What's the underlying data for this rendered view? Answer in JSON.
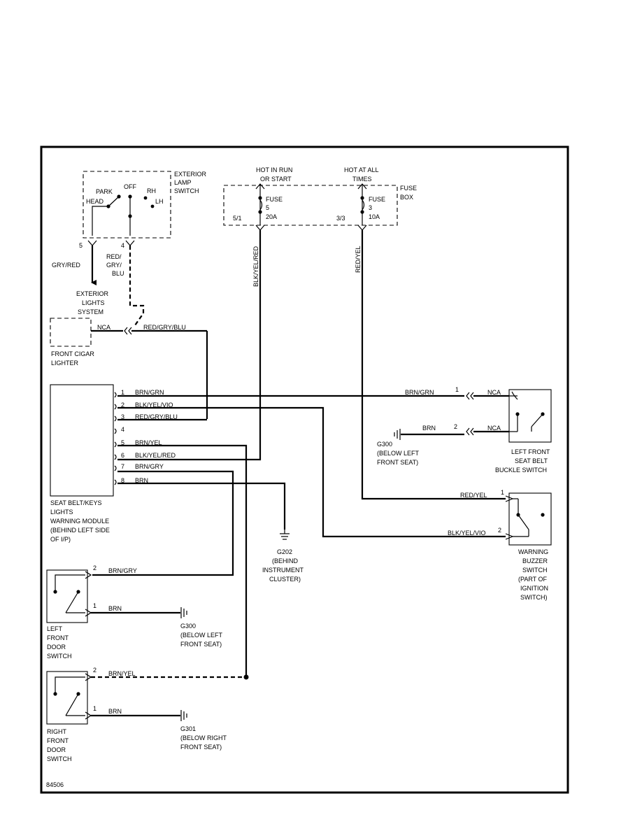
{
  "fig_id": "84506",
  "exterior_lamp_switch": {
    "title": [
      "EXTERIOR",
      "LAMP",
      "SWITCH"
    ],
    "park": "PARK",
    "head": "HEAD",
    "off": "OFF",
    "rh": "RH",
    "lh": "LH",
    "pin5": "5",
    "pin4": "4"
  },
  "gry_red": "GRY/RED",
  "red_gry_blu_stack": [
    "RED/",
    "GRY/",
    "BLU"
  ],
  "exterior_lights": [
    "EXTERIOR",
    "LIGHTS",
    "SYSTEM"
  ],
  "cigar_lighter": {
    "label": [
      "FRONT CIGAR",
      "LIGHTER"
    ],
    "nca": "NCA",
    "wire": "RED/GRY/BLU"
  },
  "fuse_box": {
    "title": [
      "FUSE",
      "BOX"
    ],
    "hot_run": [
      "HOT IN RUN",
      "OR START"
    ],
    "hot_all": [
      "HOT AT ALL",
      "TIMES"
    ],
    "fuse5": [
      "FUSE",
      "5",
      "20A"
    ],
    "fuse3": [
      "FUSE",
      "3",
      "10A"
    ],
    "pin51": "5/1",
    "pin33": "3/3"
  },
  "wire_blk_yel_red": "BLK/YEL/RED",
  "wire_red_yel": "RED/YEL",
  "module": {
    "label": [
      "SEAT BELT/KEYS",
      "LIGHTS",
      "WARNING MODULE",
      "(BEHIND LEFT SIDE",
      "OF I/P)"
    ],
    "pins": [
      {
        "num": "1",
        "wire": "BRN/GRN"
      },
      {
        "num": "2",
        "wire": "BLK/YEL/VIO"
      },
      {
        "num": "3",
        "wire": "RED/GRY/BLU"
      },
      {
        "num": "4",
        "wire": ""
      },
      {
        "num": "5",
        "wire": "BRN/YEL"
      },
      {
        "num": "6",
        "wire": "BLK/YEL/RED"
      },
      {
        "num": "7",
        "wire": "BRN/GRY"
      },
      {
        "num": "8",
        "wire": "BRN"
      }
    ]
  },
  "g202": [
    "G202",
    "(BEHIND",
    "INSTRUMENT",
    "CLUSTER)"
  ],
  "seat_belt_switch": {
    "label": [
      "LEFT FRONT",
      "SEAT BELT",
      "BUCKLE SWITCH"
    ],
    "pin1": {
      "num": "1",
      "wire": "BRN/GRN",
      "nca": "NCA"
    },
    "pin2": {
      "num": "2",
      "wire": "BRN",
      "nca": "NCA"
    }
  },
  "g300_seat": [
    "G300",
    "(BELOW LEFT",
    "FRONT SEAT)"
  ],
  "buzzer_switch": {
    "label": [
      "WARNING",
      "BUZZER",
      "SWITCH",
      "(PART OF",
      "IGNITION",
      "SWITCH)"
    ],
    "pin1": {
      "num": "1",
      "wire": "RED/YEL"
    },
    "pin2": {
      "num": "2",
      "wire": "BLK/YEL/VIO"
    }
  },
  "left_door": {
    "label": [
      "LEFT",
      "FRONT",
      "DOOR",
      "SWITCH"
    ],
    "pin2": {
      "num": "2",
      "wire": "BRN/GRY"
    },
    "pin1": {
      "num": "1",
      "wire": "BRN"
    }
  },
  "g300_door": [
    "G300",
    "(BELOW LEFT",
    "FRONT SEAT)"
  ],
  "right_door": {
    "label": [
      "RIGHT",
      "FRONT",
      "DOOR",
      "SWITCH"
    ],
    "pin2": {
      "num": "2",
      "wire": "BRN/YEL"
    },
    "pin1": {
      "num": "1",
      "wire": "BRN"
    }
  },
  "g301": [
    "G301",
    "(BELOW RIGHT",
    "FRONT SEAT)"
  ]
}
